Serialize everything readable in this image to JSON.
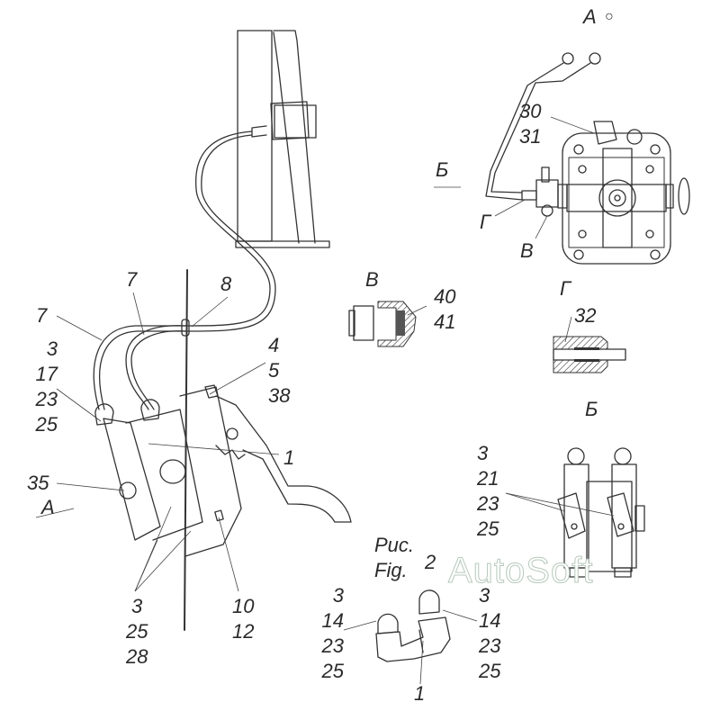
{
  "figure": {
    "caption_ru": "Рис.",
    "caption_en": "Fig.",
    "number": "2"
  },
  "views": {
    "view_a": "А",
    "view_b_arrow": "Б",
    "view_b_title": "Б",
    "view_v_title": "В",
    "view_v_pointer": "В",
    "view_g_title": "Г",
    "view_g_pointer": "Г",
    "view_a_arrow": "А"
  },
  "callouts": {
    "pipe_left": "7",
    "pipe_mid": "7",
    "clip": "8",
    "group_left": [
      "3",
      "17",
      "23",
      "25"
    ],
    "group_right_top": [
      "4",
      "5",
      "38"
    ],
    "valve_body": "1",
    "tap": "35",
    "group_bottom": [
      "3",
      "25",
      "28"
    ],
    "group_bracket": [
      "10",
      "12"
    ],
    "top_view_fitting": [
      "30",
      "31"
    ],
    "view_v_parts": [
      "40",
      "41"
    ],
    "view_g_part": "32",
    "view_b_group": [
      "3",
      "21",
      "23",
      "25"
    ],
    "fig2_left": [
      "3",
      "14",
      "23",
      "25"
    ],
    "fig2_right": [
      "3",
      "14",
      "23",
      "25"
    ],
    "fig2_body": "1"
  },
  "watermark": "AutoSoft",
  "colors": {
    "line": "#333333",
    "watermark_outline": "#b7c9bc"
  }
}
